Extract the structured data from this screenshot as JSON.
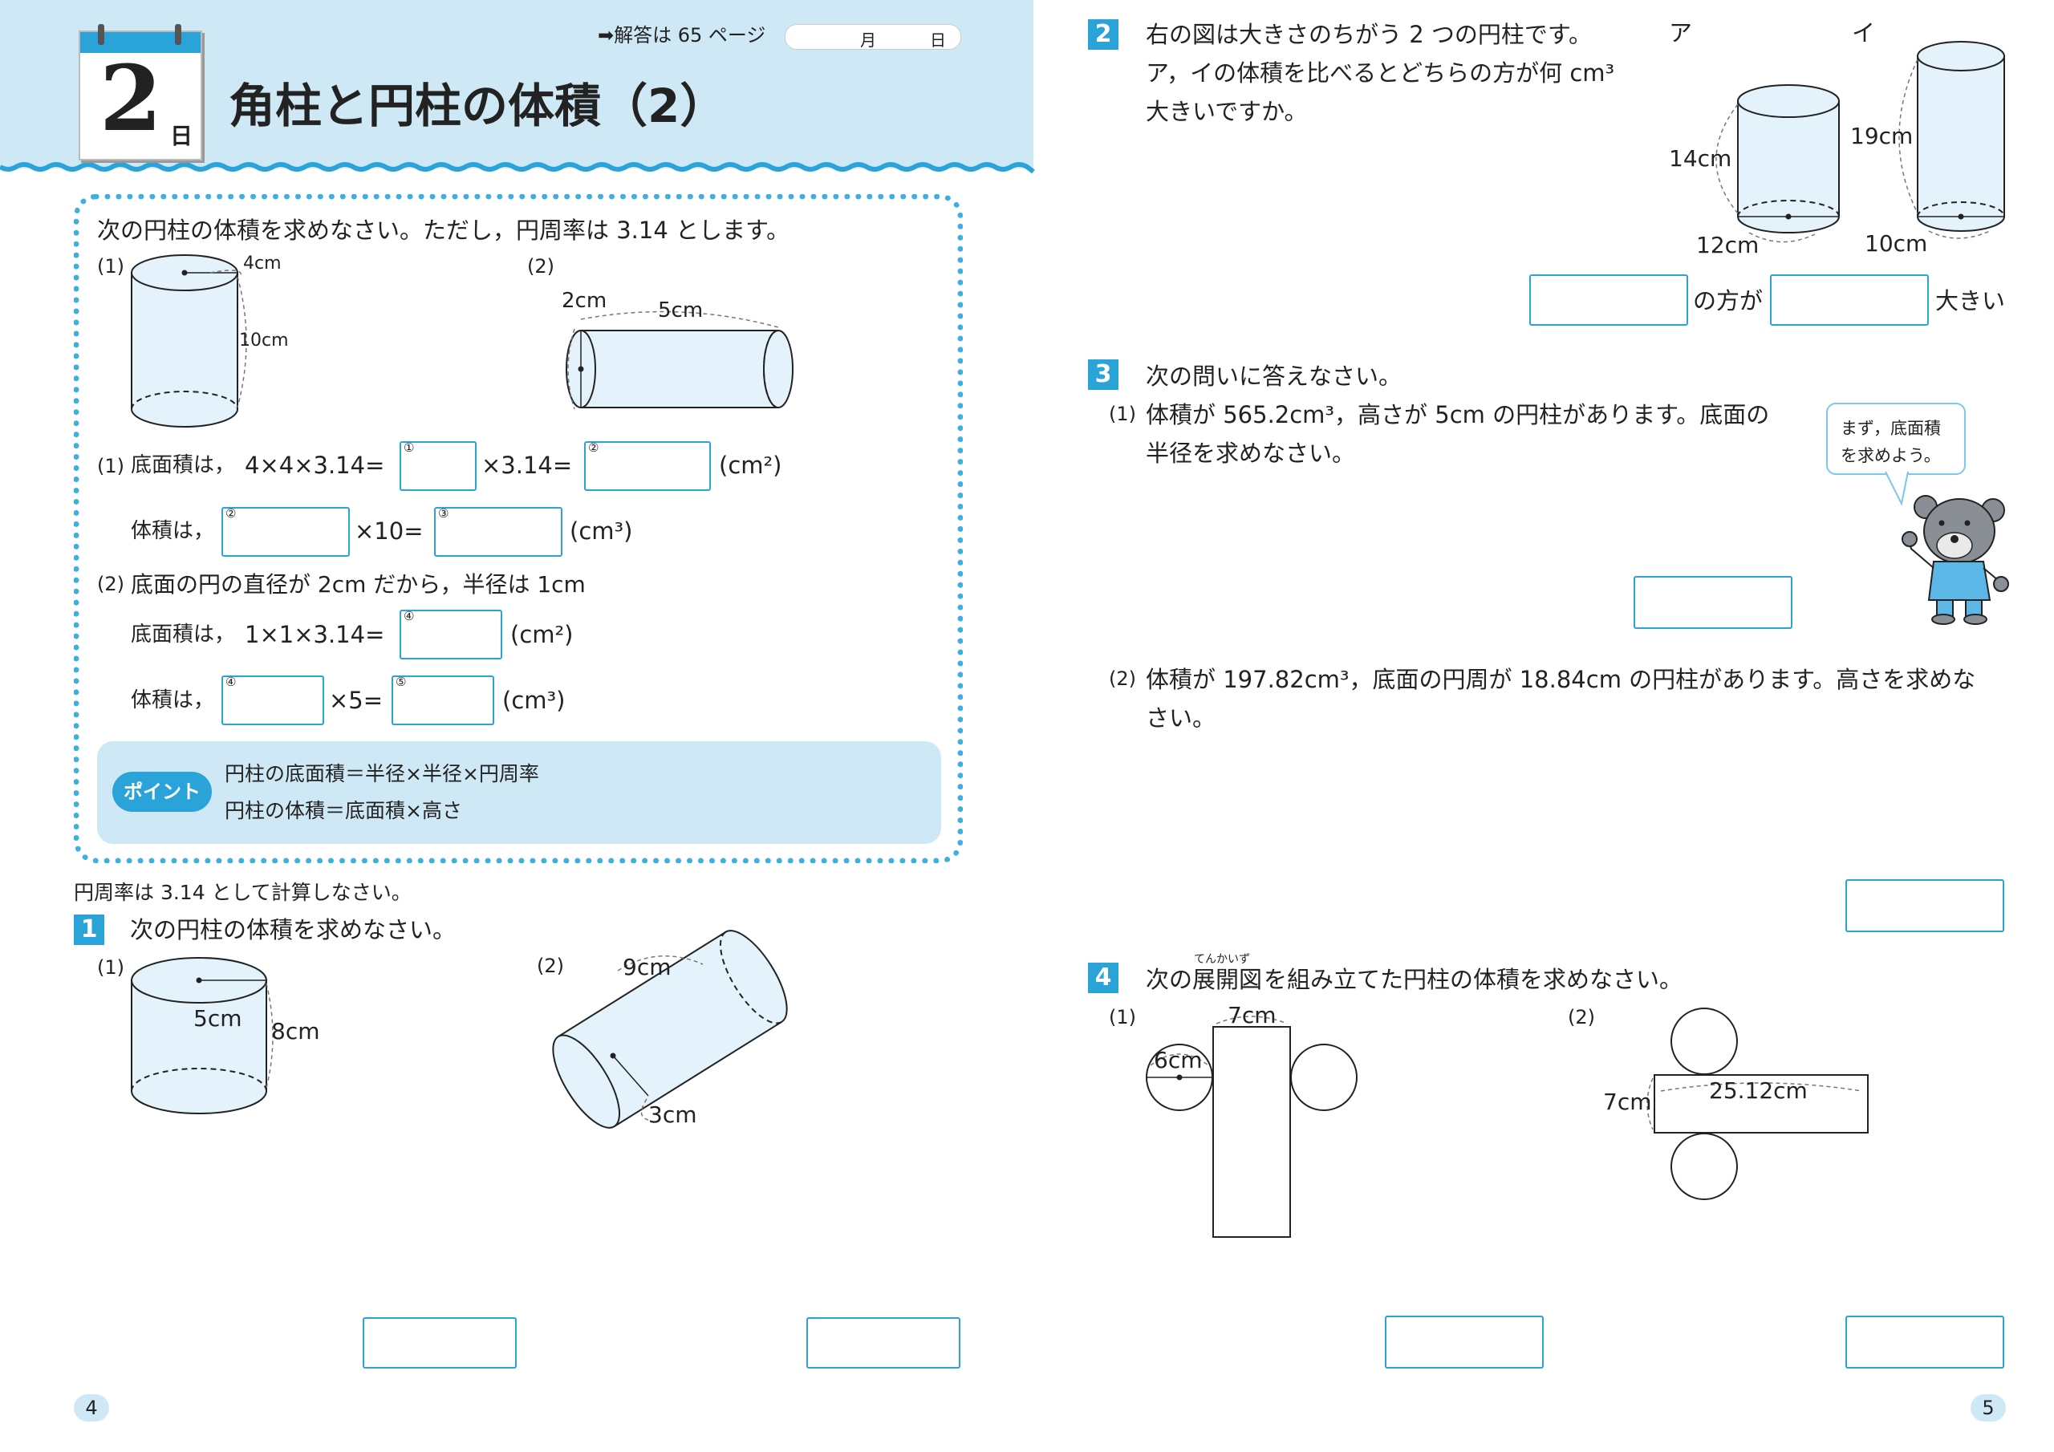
{
  "header": {
    "day_number": "2",
    "day_label": "日",
    "title": "角柱と円柱の体積（2）",
    "answer_ref": "➡解答は 65 ページ",
    "month": "月",
    "day": "日"
  },
  "intro": {
    "instruction": "次の円柱の体積を求めなさい。ただし，円周率は 3.14 とします。",
    "fig1_label": "(1)",
    "fig1_radius": "4cm",
    "fig1_height": "10cm",
    "fig2_label": "(2)",
    "fig2_diameter": "2cm",
    "fig2_length": "5cm",
    "s1_label": "(1)",
    "s1_base_text": "底面積は，",
    "s1_expr1": "4×4×3.14=",
    "s1_mult": "×3.14=",
    "s1_unit1": "(cm²)",
    "s1_vol_text": "体積は，",
    "s1_times10": "×10=",
    "s1_unit2": "(cm³)",
    "s2_label": "(2)",
    "s2_text": "底面の円の直径が 2cm だから，半径は 1cm",
    "s2_base_text": "底面積は，",
    "s2_expr": "1×1×3.14=",
    "s2_unit1": "(cm²)",
    "s2_vol_text": "体積は，",
    "s2_times5": "×5=",
    "s2_unit2": "(cm³)",
    "markers": [
      "①",
      "②",
      "②",
      "③",
      "④",
      "④",
      "⑤"
    ],
    "point_badge": "ポイント",
    "point_line1": "円柱の底面積＝半径×半径×円周率",
    "point_line2": "円柱の体積＝底面積×高さ"
  },
  "pi_note": "円周率は 3.14 として計算しなさい。",
  "q1": {
    "num": "1",
    "text": "次の円柱の体積を求めなさい。",
    "a_label": "(1)",
    "a_radius": "5cm",
    "a_height": "8cm",
    "b_label": "(2)",
    "b_length": "9cm",
    "b_radius": "3cm"
  },
  "q2": {
    "num": "2",
    "line1": "右の図は大きさのちがう 2 つの円柱です。",
    "line2": "ア，イの体積を比べるとどちらの方が何 cm³",
    "line3": "大きいですか。",
    "a_label": "ア",
    "a_height": "14cm",
    "a_diameter": "12cm",
    "b_label": "イ",
    "b_height": "19cm",
    "b_diameter": "10cm",
    "ans_mid": "の方が",
    "ans_end": "大きい"
  },
  "q3": {
    "num": "3",
    "text": "次の問いに答えなさい。",
    "p1_label": "(1)",
    "p1_line1": "体積が 565.2cm³，高さが 5cm の円柱があります。底面の",
    "p1_line2": "半径を求めなさい。",
    "hint_line1": "まず，底面積",
    "hint_line2": "を求めよう。",
    "p2_label": "(2)",
    "p2_line1": "体積が 197.82cm³，底面の円周が 18.84cm の円柱があります。高さを求めな",
    "p2_line2": "さい。"
  },
  "q4": {
    "num": "4",
    "text_pre": "次の",
    "text_term": "展開図",
    "text_post": "を組み立てた円柱の体積を求めなさい。",
    "ruby": "てんかいず",
    "a_label": "(1)",
    "a_width": "7cm",
    "a_diameter": "6cm",
    "b_label": "(2)",
    "b_height": "7cm",
    "b_length": "25.12cm"
  },
  "page_left": "4",
  "page_right": "5",
  "colors": {
    "accent": "#2aa3d8",
    "header_bg": "#cfe8f5",
    "box_border": "#2ba3d6",
    "cylinder_fill": "#e3f2fb"
  }
}
